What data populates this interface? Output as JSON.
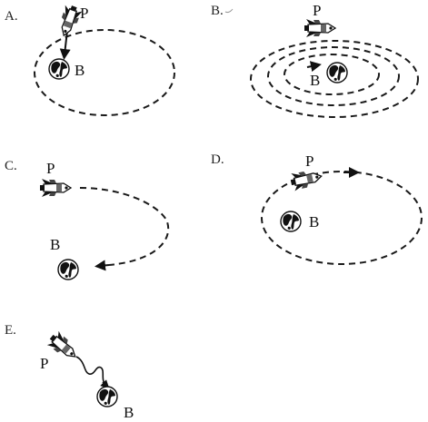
{
  "options": [
    {
      "letter": "A.",
      "probe_label": "P",
      "planet_label": "B"
    },
    {
      "letter": "B.",
      "probe_label": "P",
      "planet_label": "B"
    },
    {
      "letter": "C.",
      "probe_label": "P",
      "planet_label": "B"
    },
    {
      "letter": "D.",
      "probe_label": "P",
      "planet_label": "B"
    },
    {
      "letter": "E.",
      "probe_label": "P",
      "planet_label": "B"
    }
  ],
  "colors": {
    "ink": "#111111",
    "background": "#ffffff"
  },
  "icons": {
    "planet": "globe-icon",
    "probe": "spacecraft-icon"
  }
}
